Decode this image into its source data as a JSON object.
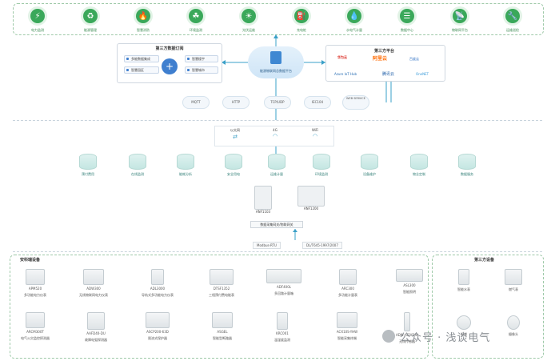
{
  "apps": [
    "电力监测",
    "能源管理",
    "智慧消防",
    "环境监测",
    "光伏运维",
    "充电桩",
    "水电气计量",
    "数据中心",
    "物联网平台",
    "运维巡检"
  ],
  "third_data": {
    "title": "第三方数据订阅",
    "left_items": [
      "多能数据集成",
      "智慧园区"
    ],
    "right_items": [
      "智慧楼宇",
      "智慧城市"
    ]
  },
  "center_platform": "能源物联网总数据平台",
  "third_platform": {
    "title": "第三方平台",
    "items": [
      "华为云",
      "阿里云",
      "Azure IoT Hub",
      "腾讯云",
      "百度云",
      "OneNET"
    ]
  },
  "protocols": [
    "MQTT",
    "HTTP",
    "TCP/UDP",
    "IEC104",
    "WEB SERVICE"
  ],
  "networks": [
    "以太网",
    "4G",
    "WiFi"
  ],
  "cylinders": [
    "预付费用",
    "在线监测",
    "能耗分析",
    "安全用电",
    "运维计量",
    "环境监测",
    "设备维护",
    "物业定制",
    "数据服务"
  ],
  "gateways": [
    "ANF1103",
    "ANF1200"
  ],
  "gateway_caption": "数据采集网关/物联网关",
  "buses": [
    "Modbus-RTU",
    "DL/T645-1997/2007"
  ],
  "own_section_title": "安科瑞设备",
  "third_section_title": "第三方设备",
  "own_devices": [
    {
      "model": "APM520",
      "name": "多功能电力仪表"
    },
    {
      "model": "ADW300",
      "name": "无线物联网电力仪表"
    },
    {
      "model": "ADL3000",
      "name": "导轨式多功能电力仪表"
    },
    {
      "model": "DTSF1352",
      "name": "三相预付费电能表"
    },
    {
      "model": "ADF400L",
      "name": "多回路计量箱"
    },
    {
      "model": "ARC300",
      "name": "多功能计量表"
    },
    {
      "model": "ASL300",
      "name": "智能照明"
    },
    {
      "model": "ARCM300T",
      "name": "电气火灾监控探测器"
    },
    {
      "model": "AAFD40-DU",
      "name": "故障电弧探测器"
    },
    {
      "model": "ASCP200-63D",
      "name": "限流式保护器"
    },
    {
      "model": "ASGEL",
      "name": "智能型断路器"
    },
    {
      "model": "KRC001",
      "name": "温湿度监测"
    },
    {
      "model": "ACX10S-YHW",
      "name": "智能采集终端"
    },
    {
      "model": "ADW-AC001W",
      "name": "无线传感器"
    }
  ],
  "third_devices": [
    "智能水表",
    "燃气表",
    "烟感",
    "摄像头"
  ],
  "watermark": "公众号 · 浅谈电气"
}
